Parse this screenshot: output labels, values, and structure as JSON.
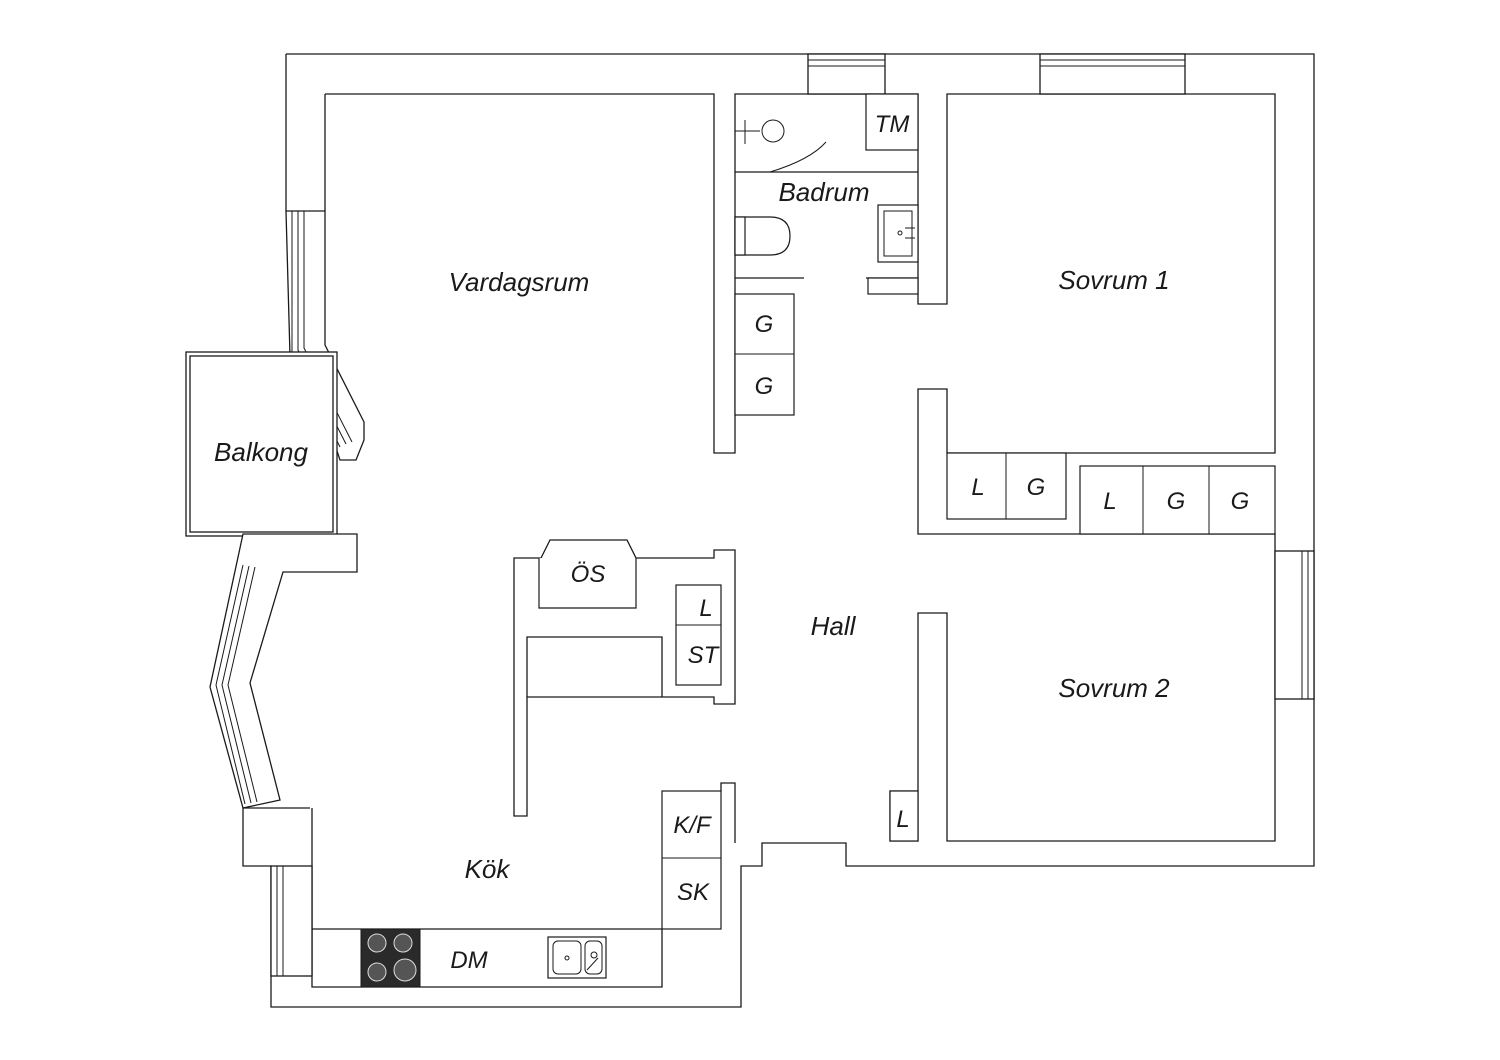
{
  "rooms": {
    "vardagsrum": "Vardagsrum",
    "badrum": "Badrum",
    "sovrum1": "Sovrum 1",
    "sovrum2": "Sovrum 2",
    "balkong": "Balkong",
    "hall": "Hall",
    "kok": "Kök"
  },
  "fixtures": {
    "tm": "TM",
    "g_bath_1": "G",
    "g_bath_2": "G",
    "l_hall_1": "L",
    "g_hall_1": "G",
    "l_bed_1": "L",
    "g_bed_1": "G",
    "g_bed_2": "G",
    "os": "ÖS",
    "l_hall_2": "L",
    "st": "ST",
    "kf": "K/F",
    "sk": "SK",
    "l_bed2": "L",
    "dm": "DM"
  }
}
